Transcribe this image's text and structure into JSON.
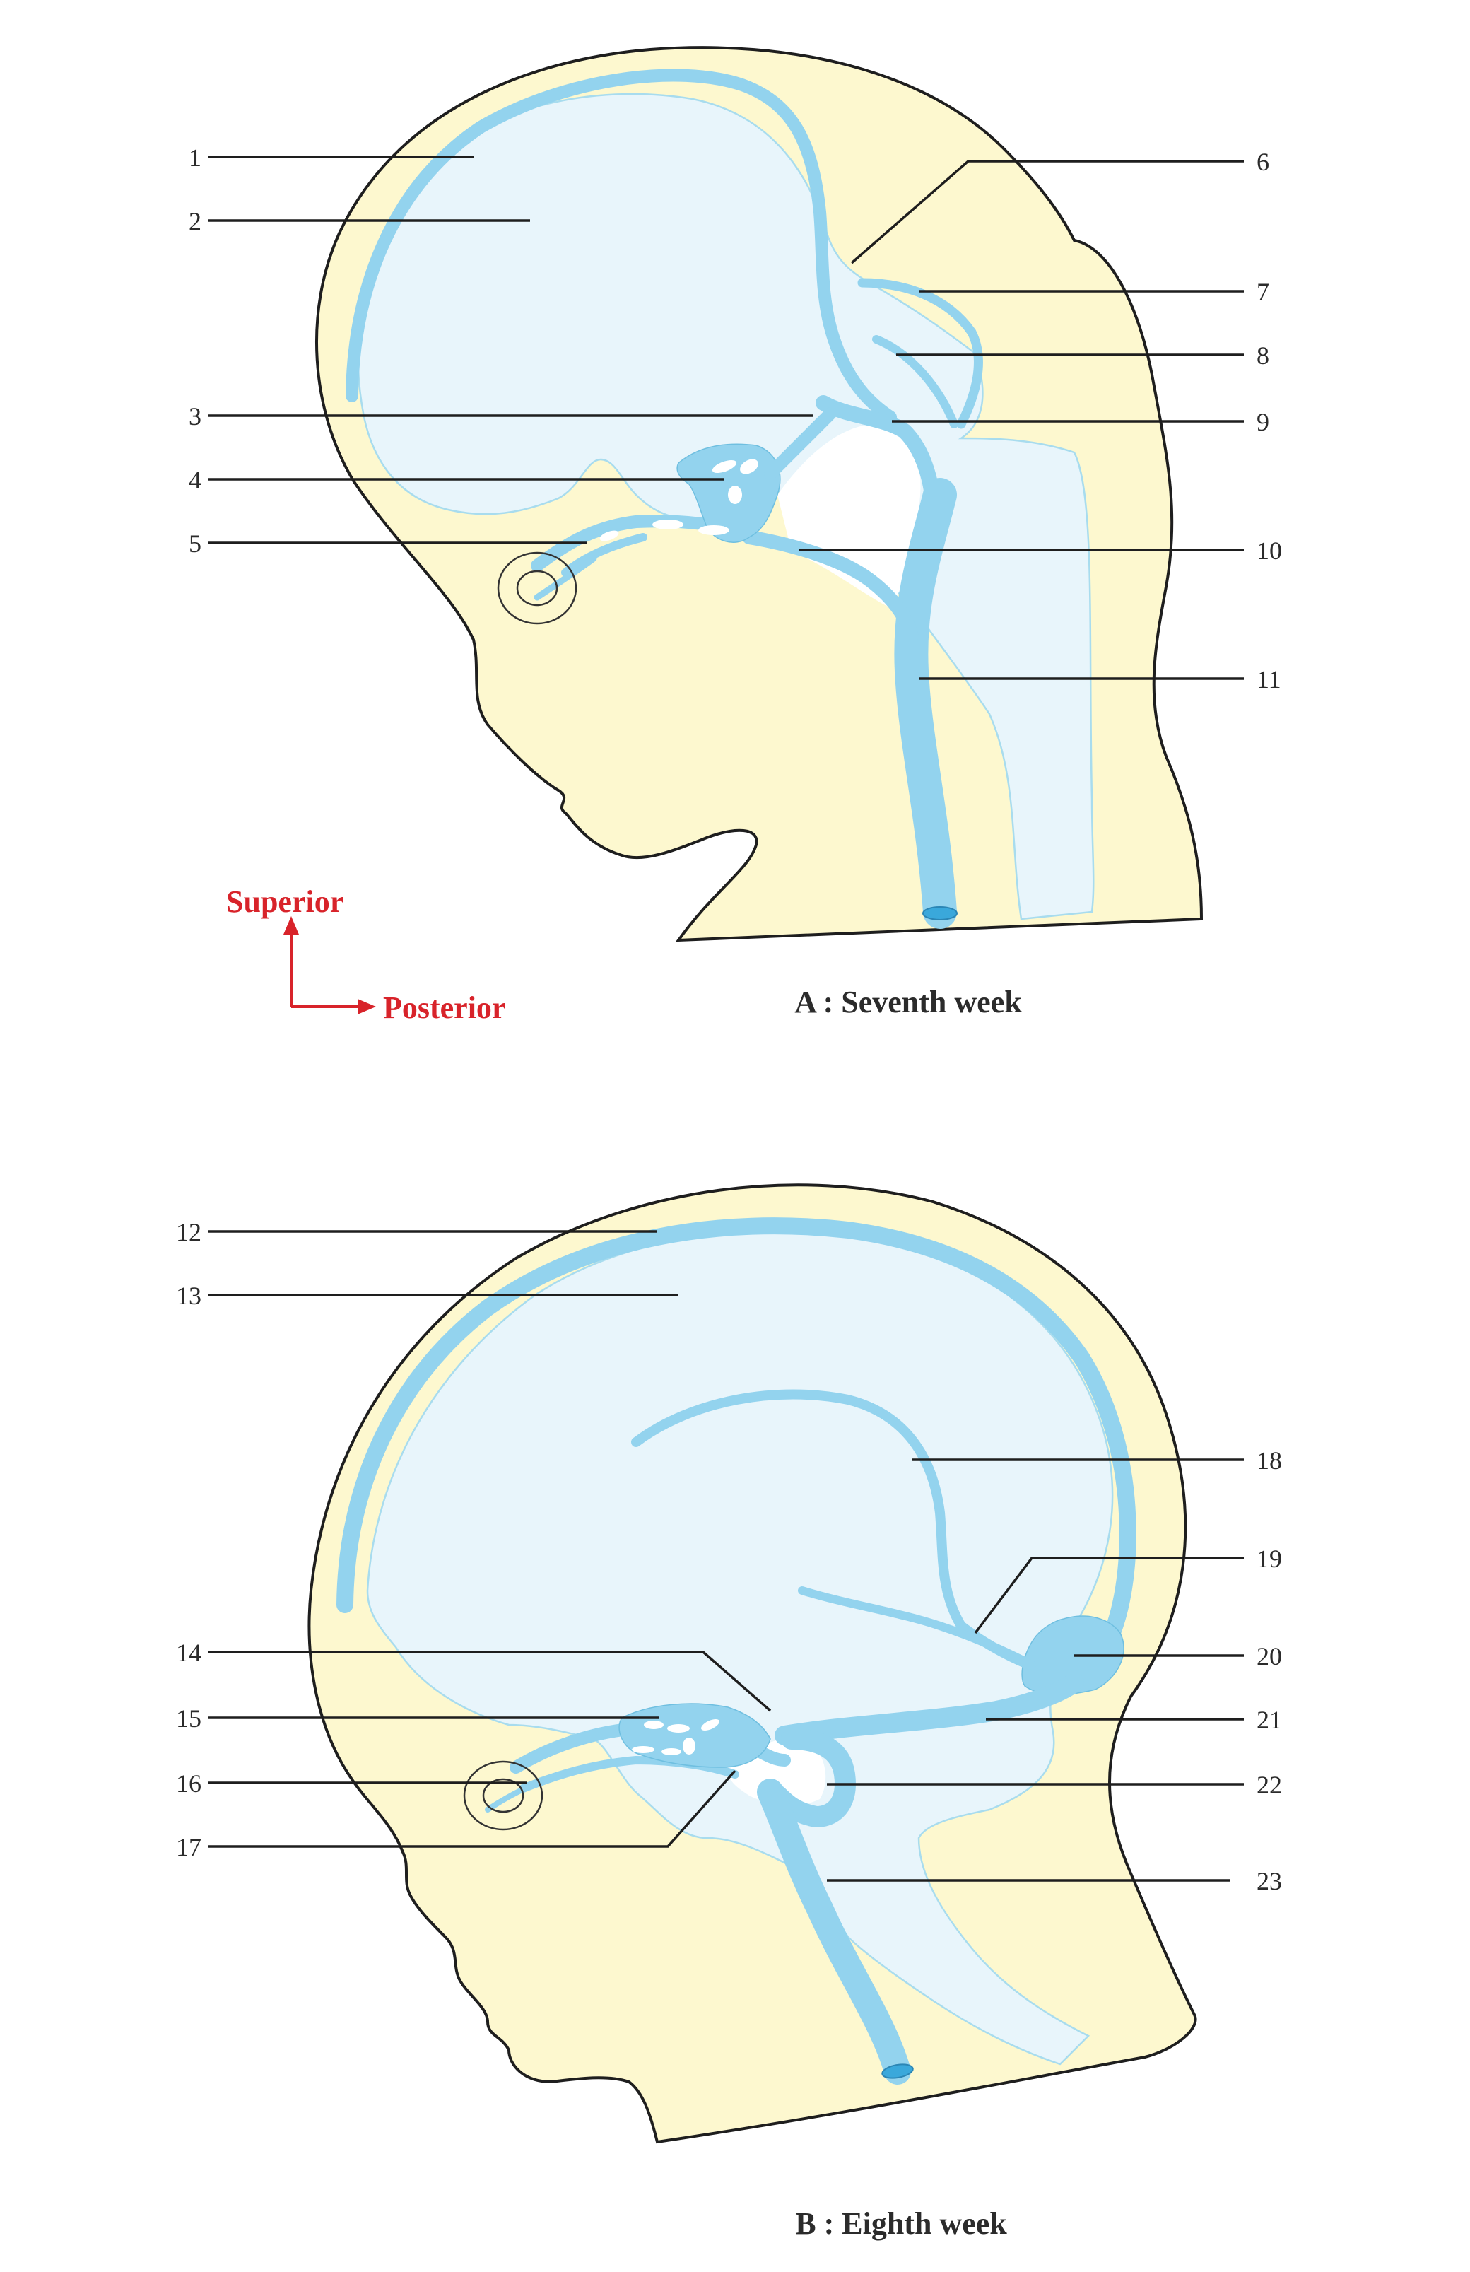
{
  "panels": [
    {
      "caption": "A : Seventh week",
      "labels": [
        "1",
        "2",
        "3",
        "4",
        "5",
        "6",
        "7",
        "8",
        "9",
        "10",
        "11"
      ]
    },
    {
      "caption": "B : Eighth week",
      "labels": [
        "12",
        "13",
        "14",
        "15",
        "16",
        "17",
        "18",
        "19",
        "20",
        "21",
        "22",
        "23"
      ]
    }
  ],
  "orientation": {
    "superior": "Superior",
    "posterior": "Posterior",
    "arrow_color": "#d8232a"
  },
  "colors": {
    "skin": "#fdf8cf",
    "brain": "#e8f5fb",
    "vein": "#93d3ee",
    "outline": "#1e1e1e"
  }
}
